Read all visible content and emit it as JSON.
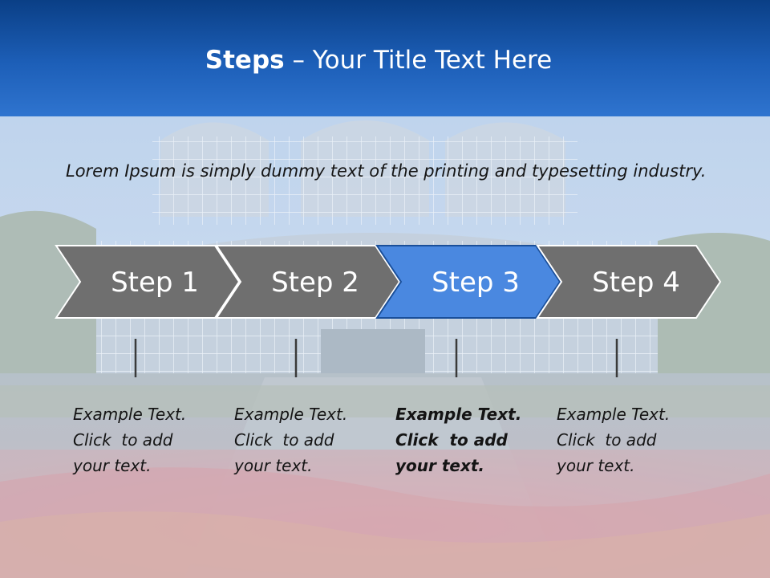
{
  "slide": {
    "title_bold": "Steps",
    "title_rest": " – Your Title Text Here",
    "subtitle": "Lorem Ipsum is simply dummy text of the printing and typesetting industry."
  },
  "steps": [
    {
      "label": "Step 1",
      "caption": [
        "Example Text.",
        "Click  to add",
        "your text."
      ],
      "active": false
    },
    {
      "label": "Step 2",
      "caption": [
        "Example Text.",
        "Click  to add",
        "your text."
      ],
      "active": false
    },
    {
      "label": "Step 3",
      "caption": [
        "Example Text.",
        "Click  to add",
        "your text."
      ],
      "active": true
    },
    {
      "label": "Step 4",
      "caption": [
        "Example Text.",
        "Click  to add",
        "your text."
      ],
      "active": false
    }
  ],
  "colors": {
    "header_top": "#0a3f86",
    "header_bottom": "#2f74cf",
    "step_inactive": "#6f6f6f",
    "step_active": "#4a88e0",
    "step_border": "#ffffff",
    "step_active_border": "#1a4f9a"
  }
}
